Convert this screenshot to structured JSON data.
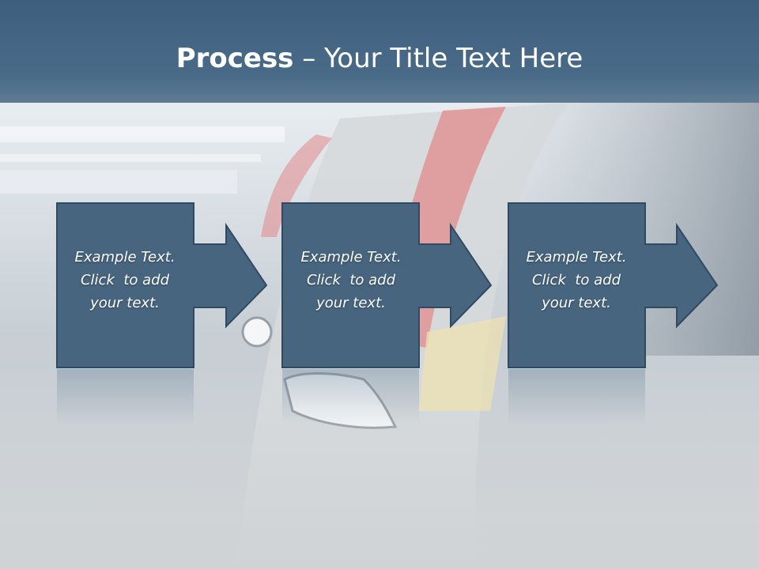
{
  "slide": {
    "title_bold": "Process",
    "title_rest": " – Your Title Text Here"
  },
  "steps": [
    {
      "line1": "Example Text.",
      "line2": "Click  to add",
      "line3": "your text."
    },
    {
      "line1": "Example Text.",
      "line2": "Click  to add",
      "line3": "your text."
    },
    {
      "line1": "Example Text.",
      "line2": "Click  to add",
      "line3": "your text."
    }
  ],
  "colors": {
    "header": "#3f6180",
    "box_fill": "#47657f",
    "box_border": "#2f4a61",
    "text": "#ffffff",
    "train_red": "#e0898b"
  }
}
